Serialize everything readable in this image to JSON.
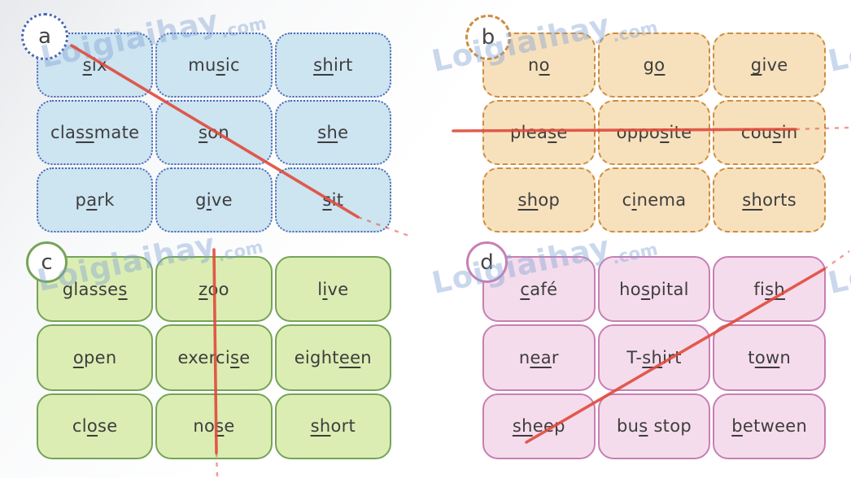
{
  "watermark": {
    "text": "Loigiaihay",
    "suffix": ".com"
  },
  "themes": {
    "blue": {
      "fill": "#cde4f1",
      "border": "#4a67b5",
      "border_style": "dotted"
    },
    "orange": {
      "fill": "#f7e1bd",
      "border": "#cd8d42",
      "border_style": "dashed"
    },
    "green": {
      "fill": "#dcedb4",
      "border": "#74a457",
      "border_style": "solid"
    },
    "pink": {
      "fill": "#f5dcec",
      "border": "#c77fb3",
      "border_style": "solid"
    }
  },
  "strike_color": "#e04b3c",
  "grids": [
    {
      "label": "a",
      "theme": "blue",
      "strike": "diagonal-top-left-to-bottom-right",
      "struck_words": [
        "six",
        "son",
        "sit"
      ],
      "words": [
        "[s]ix",
        "mu[s]ic",
        "[sh]irt",
        "cla[ss]mate",
        "[s]on",
        "[sh]e",
        "p[a]rk",
        "g[i]ve",
        "[s]it"
      ]
    },
    {
      "label": "b",
      "theme": "orange",
      "strike": "horizontal-middle-row",
      "struck_words": [
        "please",
        "opposite",
        "cousin"
      ],
      "words": [
        "n[o]",
        "g[o]",
        "[g]ive",
        "plea[s]e",
        "oppo[s]ite",
        "cou[s]in",
        "[sh]op",
        "c[i]nema",
        "[sh]orts"
      ]
    },
    {
      "label": "c",
      "theme": "green",
      "strike": "vertical-middle-column",
      "struck_words": [
        "zoo",
        "exercise",
        "nose"
      ],
      "words": [
        "glasse[s]",
        "[z]oo",
        "l[i]ve",
        "[o]pen",
        "exerci[s]e",
        "eight[ee]n",
        "cl[o]se",
        "no[s]e",
        "[sh]ort"
      ]
    },
    {
      "label": "d",
      "theme": "pink",
      "strike": "diagonal-bottom-left-to-top-right",
      "struck_words": [
        "sheep",
        "T-shirt",
        "fish"
      ],
      "words": [
        "[c]afé",
        "ho[s]pital",
        "fi[sh]",
        "n[ea]r",
        "T-[sh]irt",
        "t[ow]n",
        "[sh]eep",
        "bu[s] stop",
        "[b]etween"
      ]
    }
  ]
}
